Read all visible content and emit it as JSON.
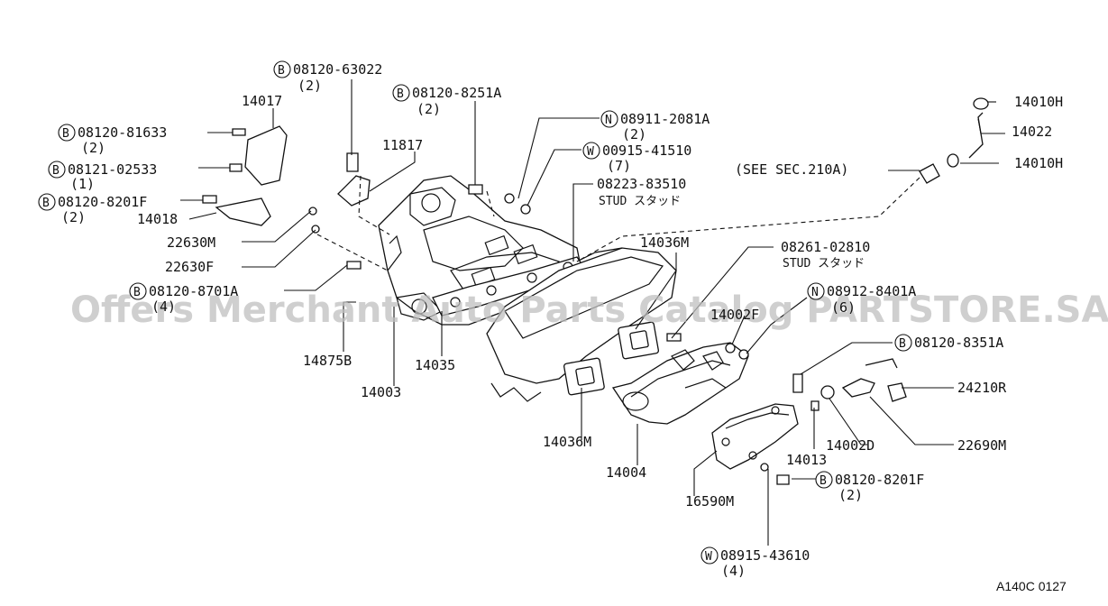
{
  "diagram": {
    "code": "A140C 0127",
    "watermark": "Offers Merchant Auto Parts Catalog PARTSTORE.SA"
  },
  "labels": {
    "p1_mark": "B",
    "p1_num": "08120-63022",
    "p1_qty": "(2)",
    "p2_mark": "B",
    "p2_num": "08120-8251A",
    "p2_qty": "(2)",
    "p3_mark": "N",
    "p3_num": "08911-2081A",
    "p3_qty": "(2)",
    "p4_mark": "W",
    "p4_num": "00915-41510",
    "p4_qty": "(7)",
    "p5_num": "08223-83510",
    "p5_sub": "STUD スタッド",
    "p6": "14017",
    "p7_mark": "B",
    "p7_num": "08120-81633",
    "p7_qty": "(2)",
    "p8_mark": "B",
    "p8_num": "08121-02533",
    "p8_qty": "(1)",
    "p9_mark": "B",
    "p9_num": "08120-8201F",
    "p9_qty": "(2)",
    "p10": "14018",
    "p11": "11817",
    "p12": "22630M",
    "p13": "22630F",
    "p14_mark": "B",
    "p14_num": "08120-8701A",
    "p14_qty": "(4)",
    "p15": "14875B",
    "p16": "14003",
    "p17": "14035",
    "p18": "14036M",
    "p19_num": "08261-02810",
    "p19_sub": "STUD スタッド",
    "p20_mark": "N",
    "p20_num": "08912-8401A",
    "p20_qty": "(6)",
    "p21": "14002F",
    "p22": "14010H",
    "p23": "14022",
    "p24": "14010H",
    "p25": "(SEE SEC.210A)",
    "p26_mark": "B",
    "p26_num": "08120-8351A",
    "p27": "24210R",
    "p28": "22690M",
    "p29": "14002D",
    "p30": "14013",
    "p31_mark": "B",
    "p31_num": "08120-8201F",
    "p31_qty": "(2)",
    "p32": "14036M",
    "p33": "14004",
    "p34": "16590M",
    "p35_mark": "W",
    "p35_num": "08915-43610",
    "p35_qty": "(4)"
  }
}
